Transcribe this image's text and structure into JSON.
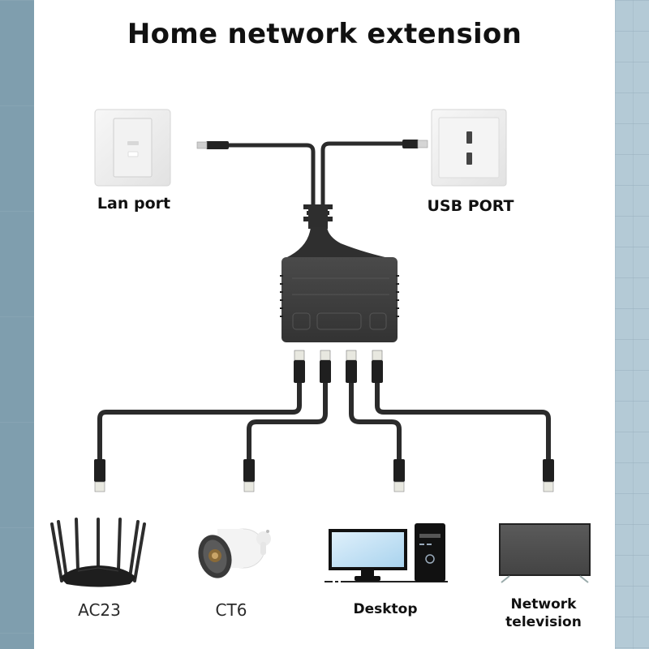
{
  "title": "Home network extension",
  "sources": [
    {
      "id": "lan",
      "label": "Lan port",
      "icon": "lan-wall-socket-icon"
    },
    {
      "id": "usb",
      "label": "USB PORT",
      "icon": "usb-wall-socket-icon"
    }
  ],
  "hub": {
    "icon": "ethernet-splitter-hub-icon",
    "port_count": 4
  },
  "devices": [
    {
      "id": "router",
      "label": "AC23",
      "icon": "router-icon"
    },
    {
      "id": "camera",
      "label": "CT6",
      "icon": "security-camera-icon"
    },
    {
      "id": "desktop",
      "label": "Desktop",
      "icon": "desktop-computer-icon"
    },
    {
      "id": "tv",
      "label_line1": "Network",
      "label_line2": "television",
      "icon": "television-icon"
    }
  ],
  "colors": {
    "cable": "#2b2b2b",
    "hub": "#3a3a3a",
    "left_border": "#7f9eae",
    "right_border": "#b4cad6"
  }
}
